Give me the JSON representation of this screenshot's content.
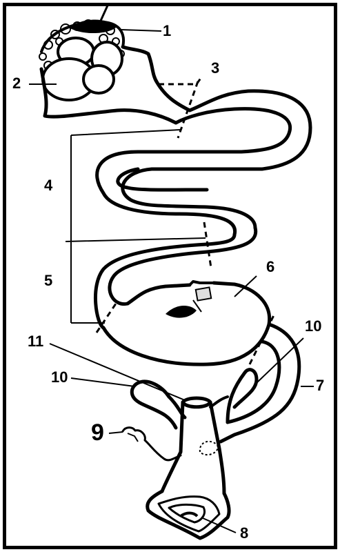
{
  "labels": {
    "l1": "1",
    "l2": "2",
    "l3": "3",
    "l4": "4",
    "l5": "5",
    "l6": "6",
    "l7": "7",
    "l8": "8",
    "l9": "9",
    "l10a": "10",
    "l10b": "10",
    "l11": "11"
  }
}
